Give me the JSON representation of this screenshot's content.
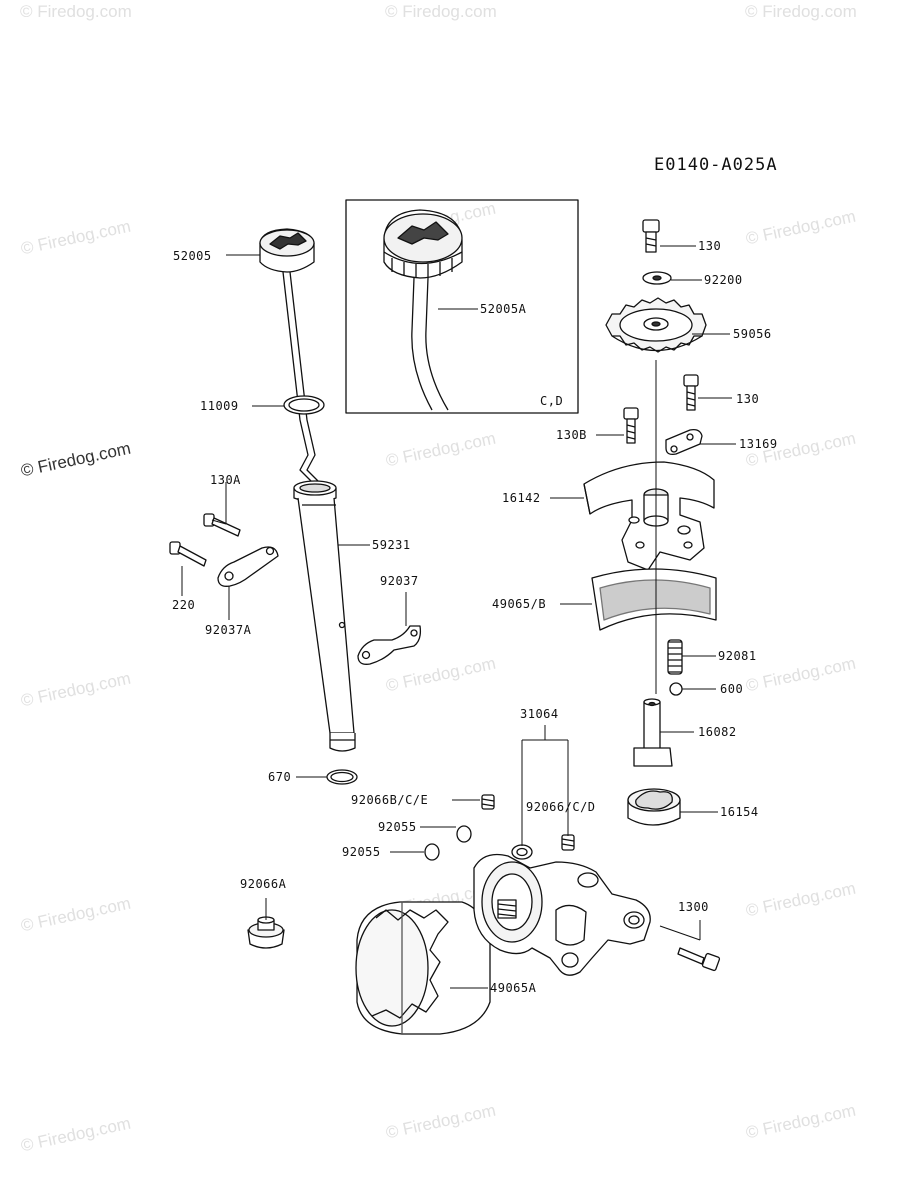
{
  "diagram_id": "E0140-A025A",
  "watermark": "© Firedog.com",
  "inset_note": "C,D",
  "parts": {
    "p52005": "52005",
    "p52005A": "52005A",
    "p11009": "11009",
    "p130A": "130A",
    "p220": "220",
    "p92037A": "92037A",
    "p59231": "59231",
    "p92037": "92037",
    "p670": "670",
    "p92066BCE": "92066B/C/E",
    "p92055a": "92055",
    "p92055b": "92055",
    "p92066A": "92066A",
    "p49065A": "49065A",
    "p31064": "31064",
    "p92066CD": "92066/C/D",
    "p1300": "1300",
    "p130top": "130",
    "p92200": "92200",
    "p59056": "59056",
    "p130mid": "130",
    "p130B": "130B",
    "p13169": "13169",
    "p16142": "16142",
    "p49065B": "49065/B",
    "p92081": "92081",
    "p600": "600",
    "p16082": "16082",
    "p16154": "16154"
  }
}
